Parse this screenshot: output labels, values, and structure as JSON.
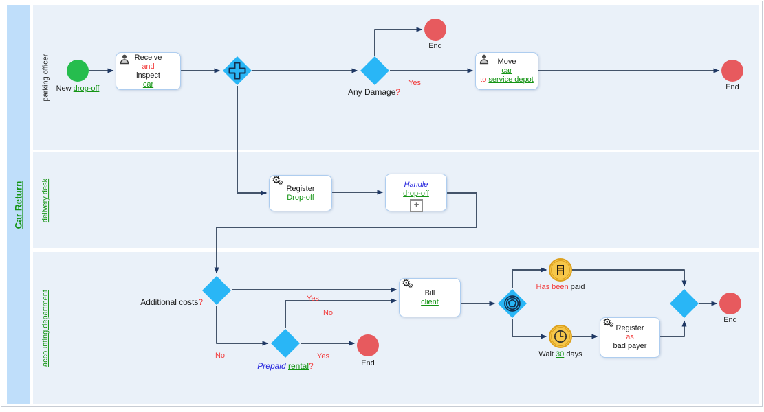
{
  "pool": {
    "title": [
      {
        "t": "Car Return",
        "s": "pool"
      }
    ]
  },
  "lanes": [
    {
      "label": [
        {
          "t": "parking officer",
          "s": "d"
        }
      ]
    },
    {
      "label": [
        {
          "t": "delivery desk",
          "s": "g"
        }
      ]
    },
    {
      "label": [
        {
          "t": "accounting department",
          "s": "g"
        }
      ]
    }
  ],
  "palette": {
    "gateway_fill": "#29B6F6",
    "start_fill": "#26BD4E",
    "end_fill": "#E75A5E",
    "event_fill": "#F6C74A",
    "event_ring": "#DDA11E",
    "connector": "#44546A",
    "lane_bg": "#EAF1F9",
    "pool_bg": "#BFDEFA",
    "green_text": "#149414",
    "red_text": "#F23B3B",
    "blue_text": "#2525DD"
  },
  "nodes": {
    "start": {
      "label": [
        {
          "t": "New ",
          "s": "d"
        },
        {
          "t": "drop-off",
          "s": "g"
        }
      ]
    },
    "receive": {
      "lines": [
        [
          {
            "t": "Receive",
            "s": "d"
          }
        ],
        [
          {
            "t": "and",
            "s": "r"
          }
        ],
        [
          {
            "t": "inspect",
            "s": "d"
          }
        ],
        [
          {
            "t": "car",
            "s": "g"
          }
        ]
      ]
    },
    "gw_damage": {
      "label": [
        {
          "t": "Any Damage",
          "s": "d"
        },
        {
          "t": "?",
          "s": "r"
        }
      ]
    },
    "end_damage": {
      "label": "End"
    },
    "move": {
      "lines": [
        [
          {
            "t": "Move",
            "s": "d"
          }
        ],
        [
          {
            "t": "car",
            "s": "g"
          }
        ],
        [
          {
            "t": "to ",
            "s": "r"
          },
          {
            "t": "service depot",
            "s": "g"
          }
        ]
      ]
    },
    "end_parking": {
      "label": "End"
    },
    "register_dropoff": {
      "lines": [
        [
          {
            "t": "Register",
            "s": "d"
          }
        ],
        [
          {
            "t": "Drop-off",
            "s": "g"
          }
        ]
      ]
    },
    "handle_dropoff": {
      "marker": "+",
      "lines": [
        [
          {
            "t": "Handle",
            "s": "b"
          }
        ],
        [
          {
            "t": "drop-off",
            "s": "g"
          }
        ]
      ]
    },
    "gw_addcost": {
      "label": [
        {
          "t": "Additional costs",
          "s": "d"
        },
        {
          "t": "?",
          "s": "r"
        }
      ]
    },
    "gw_prepaid": {
      "label": [
        {
          "t": "Prepaid",
          "s": "b"
        },
        {
          "t": " ",
          "s": "d"
        },
        {
          "t": "rental",
          "s": "g"
        },
        {
          "t": "?",
          "s": "r"
        }
      ]
    },
    "end_prepaid": {
      "label": "End"
    },
    "bill": {
      "lines": [
        [
          {
            "t": "Bill",
            "s": "d"
          }
        ],
        [
          {
            "t": "client",
            "s": "g"
          }
        ]
      ]
    },
    "evt_paid": {
      "label": [
        {
          "t": "Has been",
          "s": "r"
        },
        {
          "t": " paid",
          "s": "d"
        }
      ]
    },
    "evt_timer": {
      "label": [
        {
          "t": "Wait ",
          "s": "d"
        },
        {
          "t": "30",
          "s": "g"
        },
        {
          "t": " days",
          "s": "d"
        }
      ]
    },
    "register_bad": {
      "lines": [
        [
          {
            "t": "Register",
            "s": "d"
          }
        ],
        [
          {
            "t": "as",
            "s": "r"
          }
        ],
        [
          {
            "t": "bad payer",
            "s": "d"
          }
        ]
      ]
    },
    "end_final": {
      "label": "End"
    }
  },
  "flow_labels": {
    "damage_yes": "Yes",
    "addcost_yes": "Yes",
    "prepaid_no_up": "No",
    "addcost_no": "No",
    "prepaid_yes": "Yes"
  }
}
